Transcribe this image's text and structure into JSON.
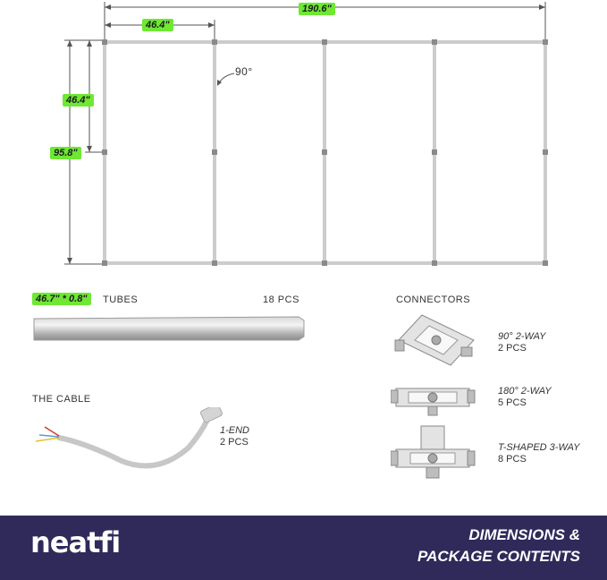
{
  "dimensions": {
    "total_width": "190.6\"",
    "panel_width": "46.4\"",
    "panel_height": "46.4\"",
    "total_height": "95.8\"",
    "angle": "90°"
  },
  "tubes": {
    "size": "46.7\" * 0.8\"",
    "label": "TUBES",
    "quantity": "18 PCS"
  },
  "connectors": {
    "heading": "CONNECTORS",
    "items": [
      {
        "name": "90° 2-WAY",
        "quantity": "2 PCS"
      },
      {
        "name": "180° 2-WAY",
        "quantity": "5 PCS"
      },
      {
        "name": "T-SHAPED 3-WAY",
        "quantity": "8 PCS"
      }
    ]
  },
  "cable": {
    "heading": "THE CABLE",
    "name": "1-END",
    "quantity": "2 PCS"
  },
  "footer": {
    "brand": "neatfi",
    "title_line1": "DIMENSIONS &",
    "title_line2": "PACKAGE CONTENTS"
  },
  "colors": {
    "highlight": "#6ee833",
    "footer_bg": "#2f2a5a"
  }
}
